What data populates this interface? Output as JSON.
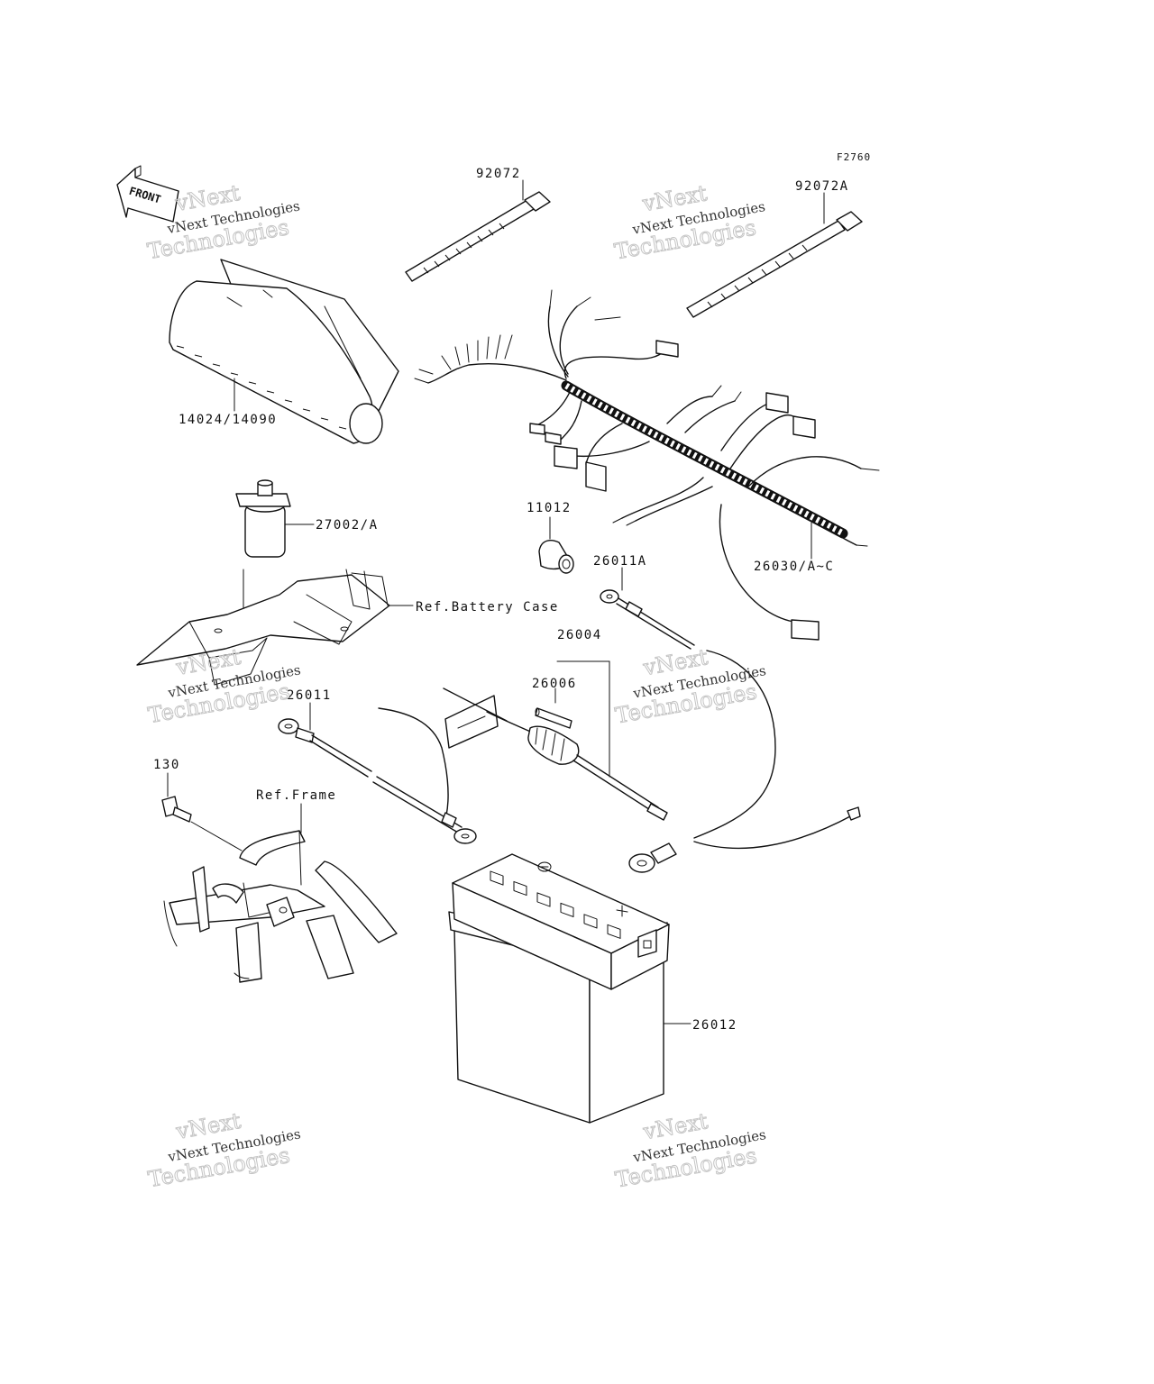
{
  "figure_code": "F2760",
  "front_marker": "FRONT",
  "parts": {
    "strap_1": "92072",
    "strap_2": "92072A",
    "cover": "14024/14090",
    "condenser": "27002/A",
    "battery_case": "Ref.Battery Case",
    "cap": "11012",
    "harness": "26030/A~C",
    "lead_a": "26011A",
    "fuse_holder": "26004",
    "fuse": "26006",
    "lead_b": "26011",
    "bolt": "130",
    "frame": "Ref.Frame",
    "battery": "26012"
  },
  "watermark": {
    "line1": "vNext",
    "line2": "vNext Technologies",
    "line3": "Technologies"
  }
}
